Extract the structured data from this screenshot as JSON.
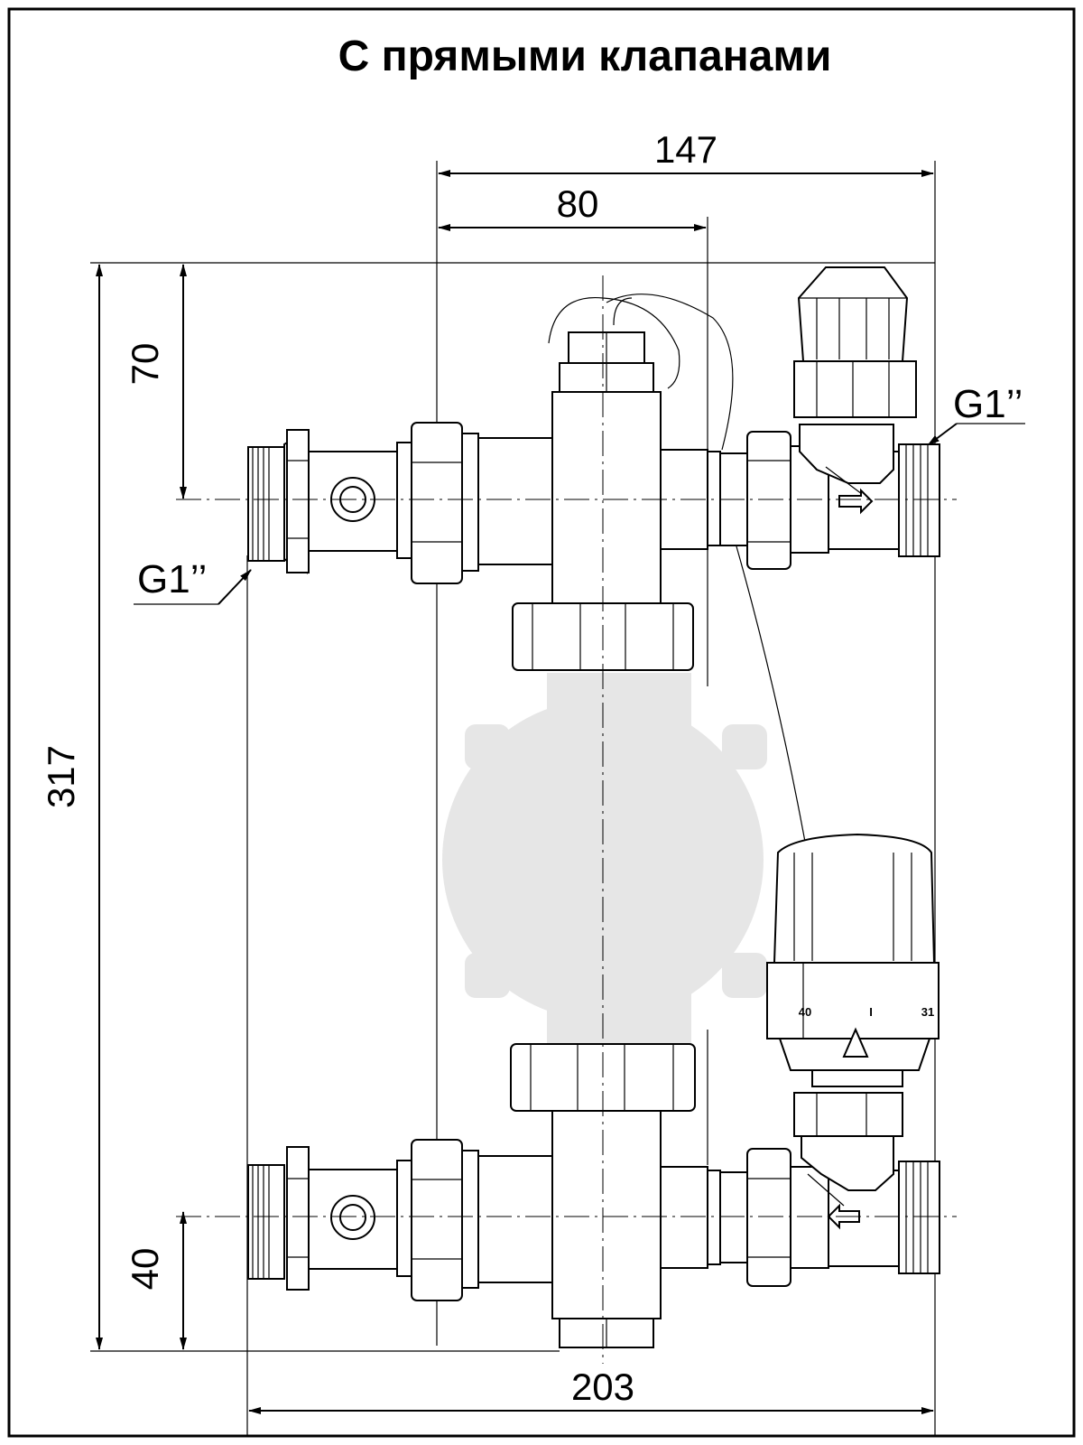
{
  "title": "С прямыми клапанами",
  "dimensions": {
    "d147": "147",
    "d80": "80",
    "d70": "70",
    "d317": "317",
    "d40": "40",
    "d203": "203"
  },
  "thread_labels": {
    "right_upper": "G1’’",
    "left_upper": "G1’’"
  },
  "thermostat_scale": {
    "left": "40",
    "middle": "I",
    "right": "31"
  },
  "colors": {
    "line": "#000000",
    "background": "#ffffff",
    "pump_silhouette": "#e6e6e6"
  }
}
